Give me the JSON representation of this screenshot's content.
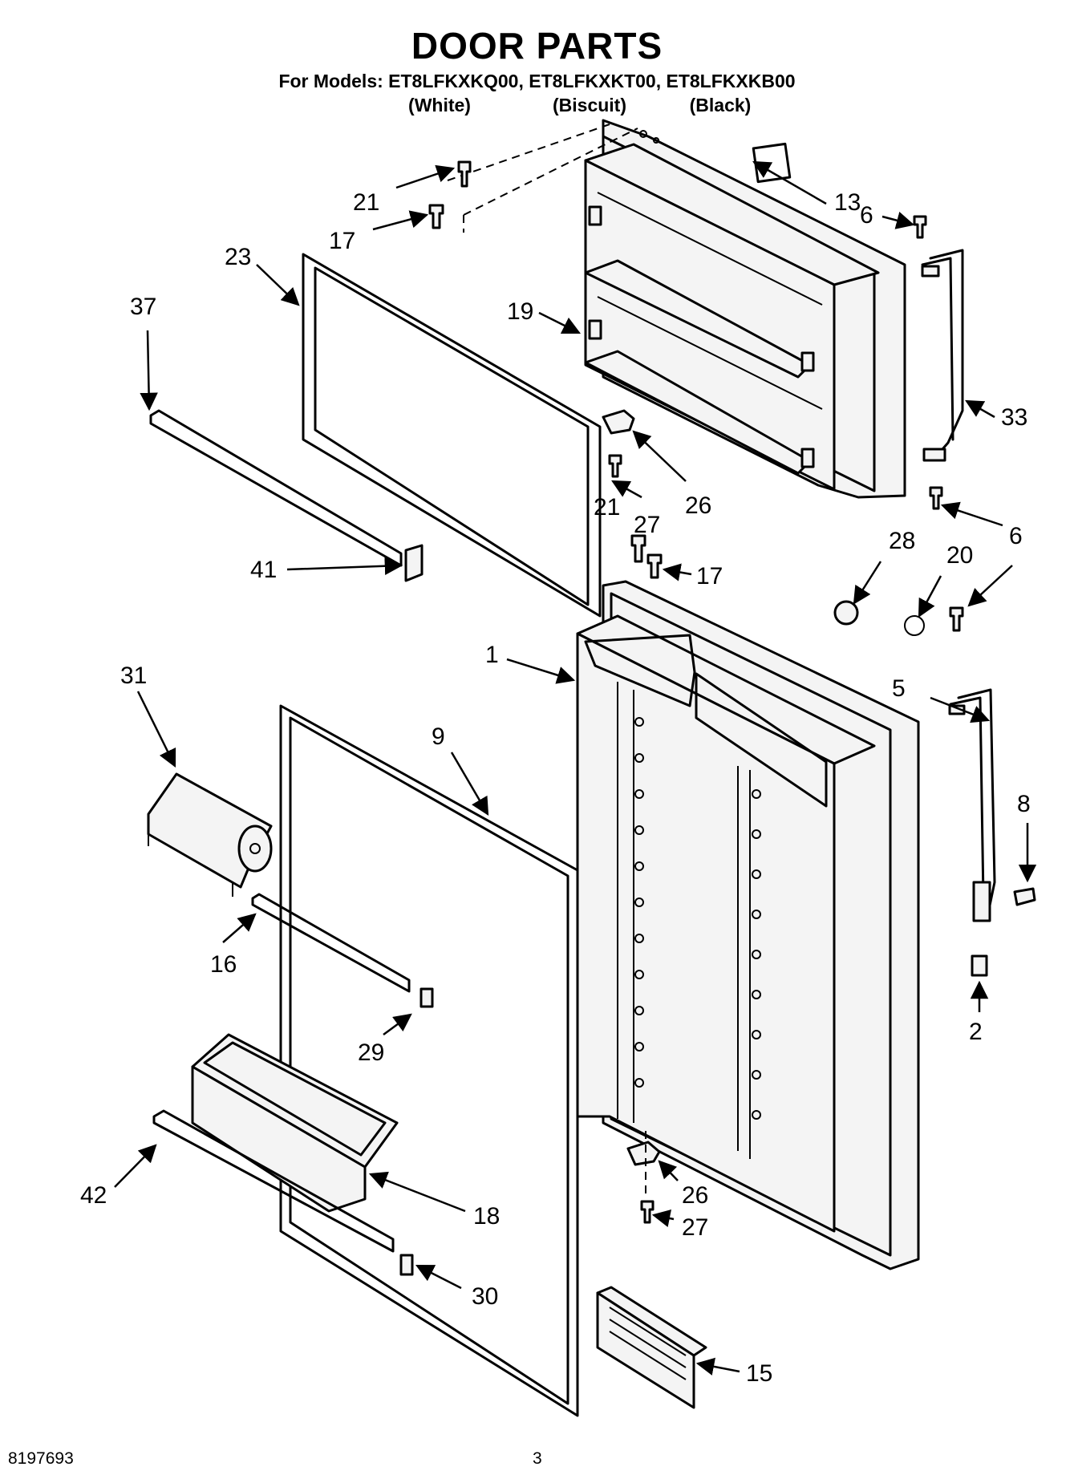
{
  "header": {
    "title": "DOOR PARTS",
    "models_line": "For Models: ET8LFKXKQ00, ET8LFKXKT00, ET8LFKXKB00",
    "variants": [
      "(White)",
      "(Biscuit)",
      "(Black)"
    ]
  },
  "footer": {
    "doc_number": "8197693",
    "page_number": "3"
  },
  "callouts": {
    "c21a": "21",
    "c17a": "17",
    "c13": "13",
    "c6a": "6",
    "c23": "23",
    "c37": "37",
    "c19": "19",
    "c33": "33",
    "c26a": "26",
    "c21b": "21",
    "c27a": "27",
    "c6b": "6",
    "c41": "41",
    "c17b": "17",
    "c28": "28",
    "c20": "20",
    "c1": "1",
    "c5": "5",
    "c31": "31",
    "c9": "9",
    "c8": "8",
    "c16": "16",
    "c2": "2",
    "c29": "29",
    "c42": "42",
    "c18": "18",
    "c26b": "26",
    "c27b": "27",
    "c30": "30",
    "c15": "15"
  }
}
